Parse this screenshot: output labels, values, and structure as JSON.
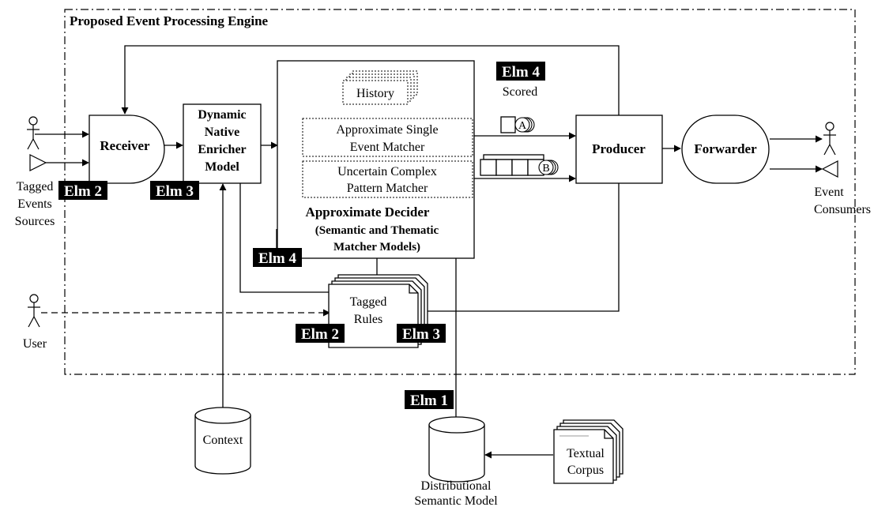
{
  "engine_title": "Proposed Event Processing Engine",
  "sources": {
    "line1": "Tagged",
    "line2": "Events",
    "line3": "Sources"
  },
  "consumers": {
    "line1": "Event",
    "line2": "Consumers"
  },
  "user_label": "User",
  "receiver": "Receiver",
  "enricher": {
    "line1": "Dynamic",
    "line2": "Native",
    "line3": "Enricher",
    "line4": "Model"
  },
  "history": "History",
  "single_matcher": {
    "line1": "Approximate Single",
    "line2": "Event Matcher"
  },
  "complex_matcher": {
    "line1": "Uncertain Complex",
    "line2": "Pattern Matcher"
  },
  "decider": {
    "line1": "Approximate Decider",
    "line2": "(Semantic and Thematic",
    "line3": "Matcher Models)"
  },
  "scored": "Scored",
  "token_a": "A",
  "token_b": "B",
  "producer": "Producer",
  "forwarder": "Forwarder",
  "rules": {
    "line1": "Tagged",
    "line2": "Rules"
  },
  "context": "Context",
  "corpus": {
    "line1": "Textual",
    "line2": "Corpus"
  },
  "semantic_model": {
    "line1": "Distributional",
    "line2": "Semantic Model"
  },
  "badges": {
    "elm1": "Elm 1",
    "elm2": "Elm 2",
    "elm3": "Elm 3",
    "elm4": "Elm 4"
  }
}
